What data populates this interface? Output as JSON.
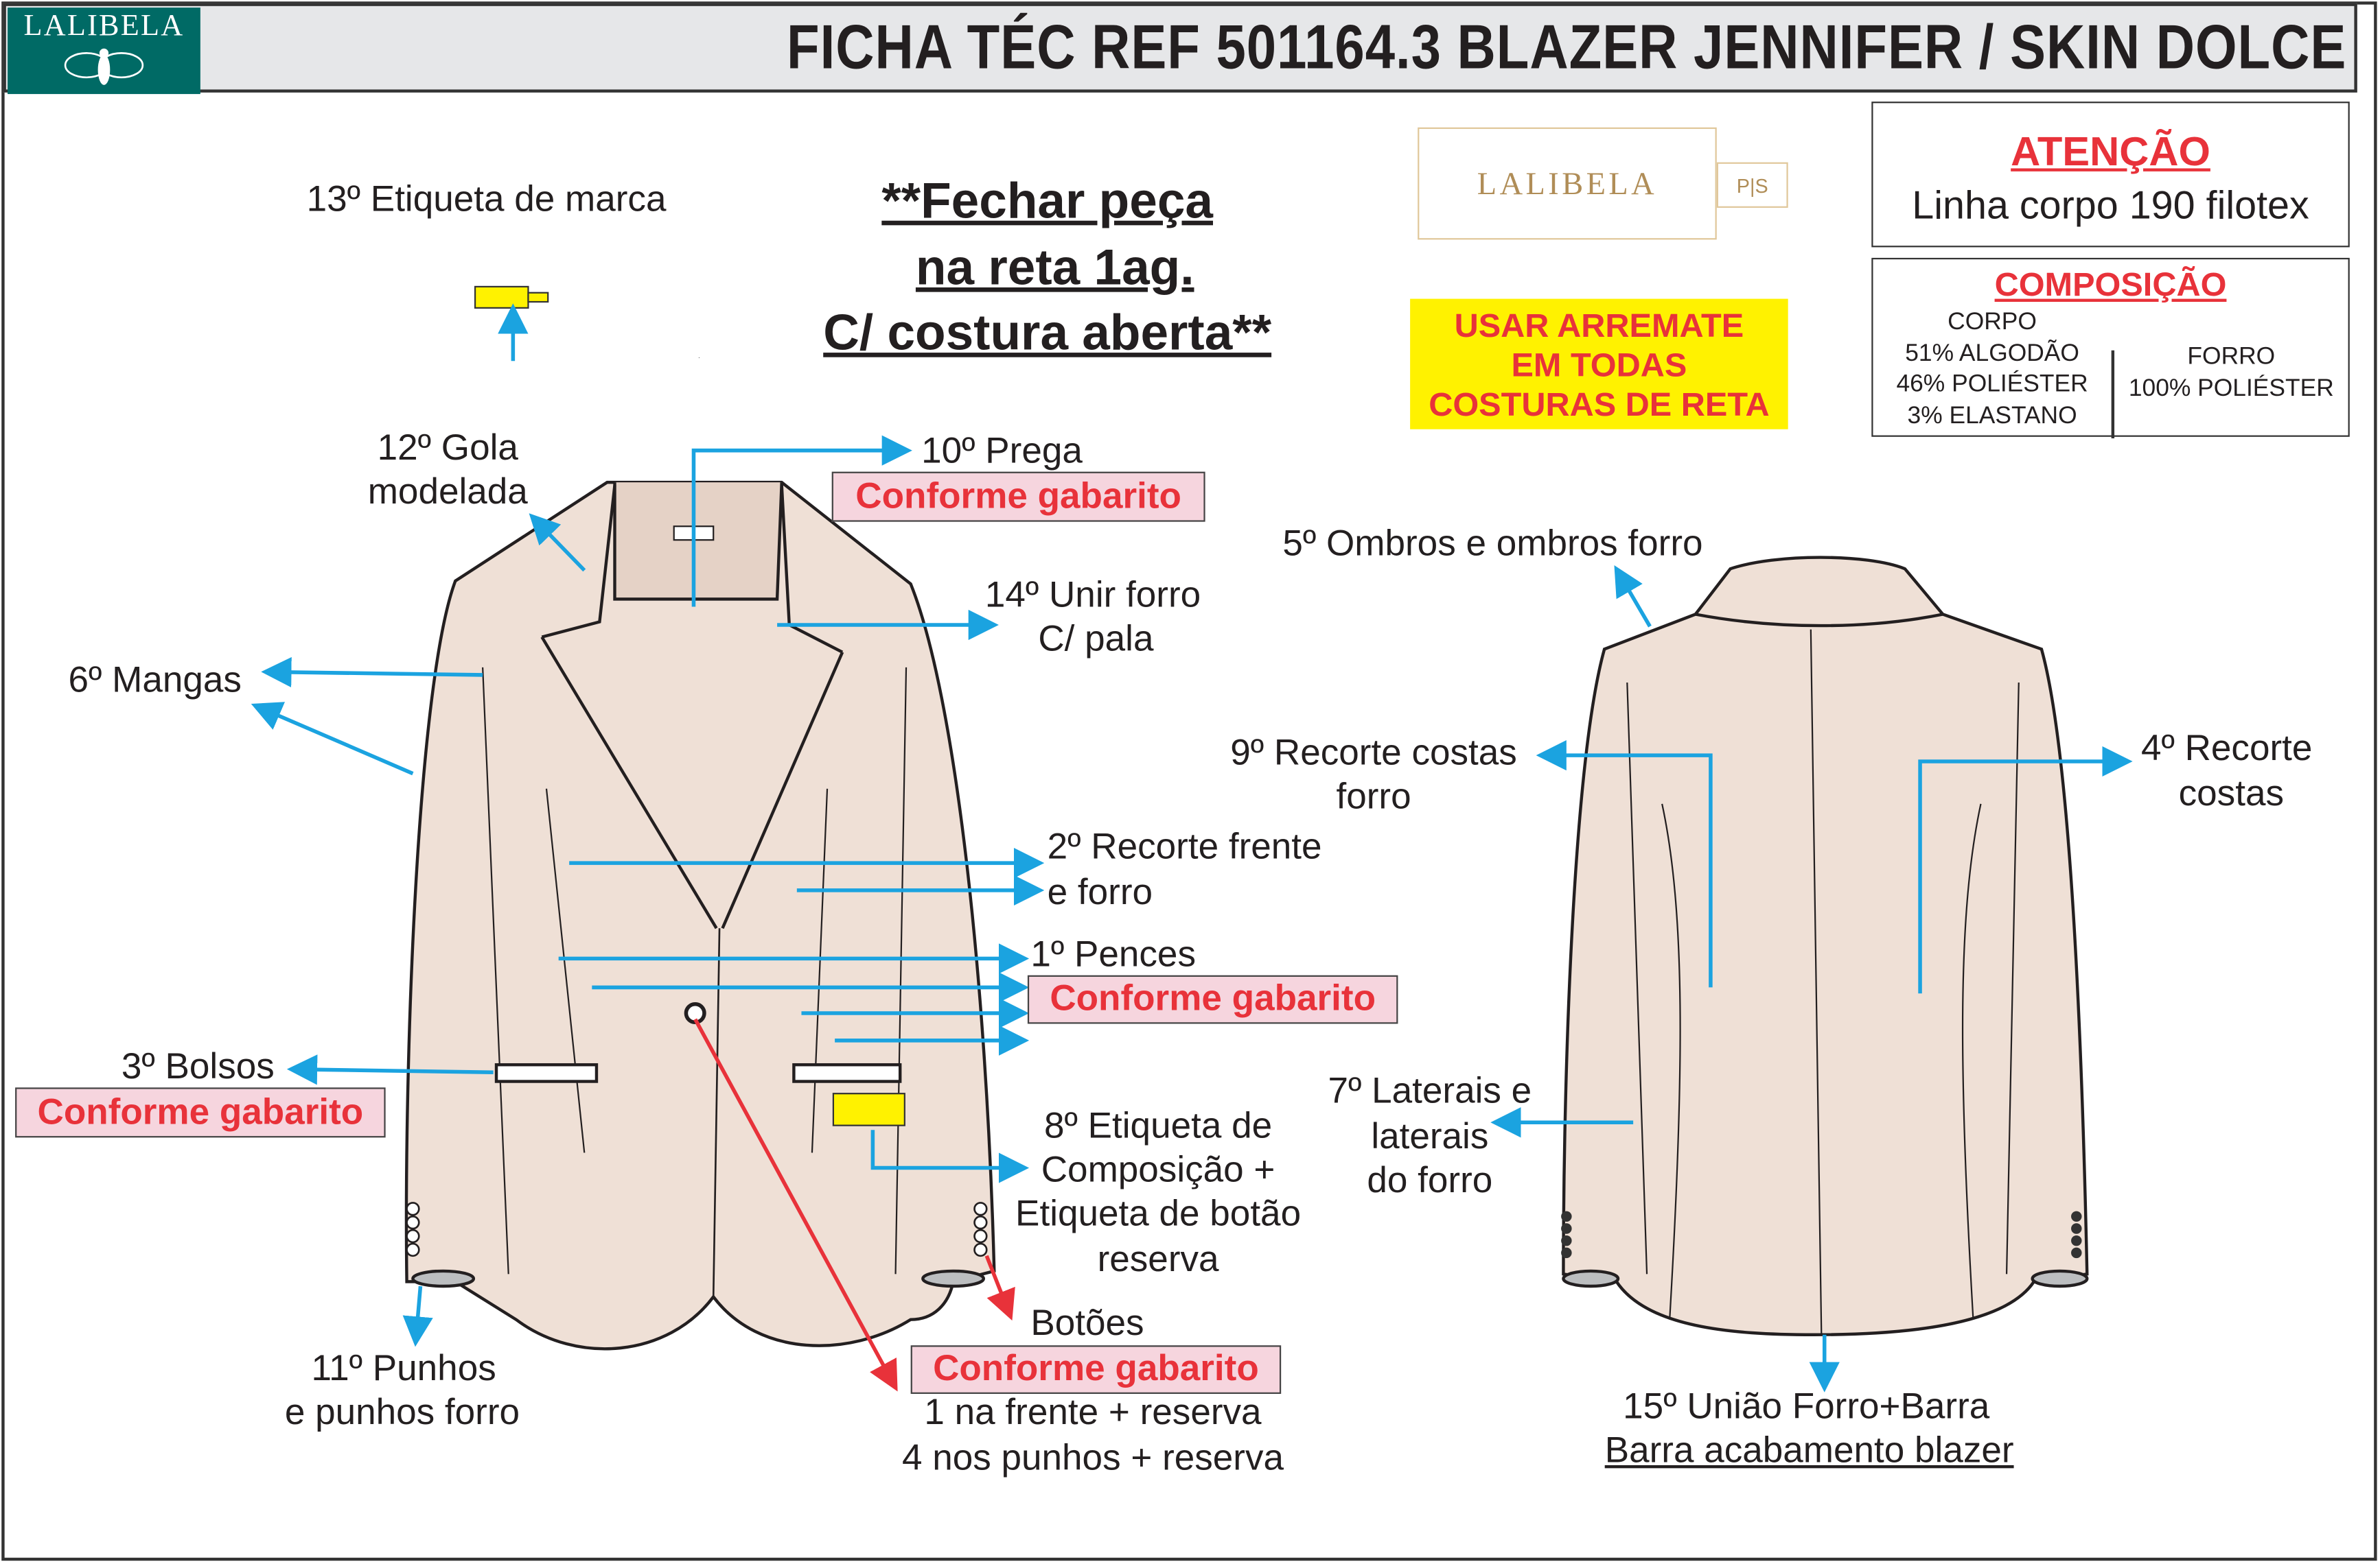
{
  "header": {
    "brand": "LALIBELA",
    "title": "FICHA TÉC REF 501164.3 BLAZER JENNIFER / SKIN DOLCE"
  },
  "notes": {
    "brand_label_step": "13º Etiqueta de marca",
    "close_instruction": [
      "**Fechar peça",
      "na reta 1ag.",
      "C/ costura aberta**"
    ],
    "label_logo": {
      "brand": "LALIBELA",
      "size": "P|S"
    },
    "finish_warning": [
      "USAR ARREMATE",
      "EM TODAS",
      "COSTURAS DE RETA"
    ]
  },
  "attention": {
    "title": "ATENÇÃO",
    "text": "Linha corpo 190 filotex"
  },
  "composition": {
    "title": "COMPOSIÇÃO",
    "body": [
      "CORPO",
      "51% ALGODÃO",
      "46% POLIÉSTER",
      "3% ELASTANO"
    ],
    "lining": [
      "FORRO",
      "100% POLIÉSTER"
    ]
  },
  "front_steps": {
    "pleat": "10º Prega",
    "collar": [
      "12º Gola",
      "modelada"
    ],
    "lining_join": [
      "14º Unir forro",
      "C/ pala"
    ],
    "sleeves": "6º Mangas",
    "front_cut": [
      "2º Recorte frente",
      "e forro"
    ],
    "darts": "1º Pences",
    "pockets": "3º Bolsos",
    "comp_label": [
      "8º Etiqueta de",
      "Composição +",
      "Etiqueta de botão",
      "reserva"
    ],
    "cuffs": [
      "11º Punhos",
      "e punhos forro"
    ],
    "buttons": "Botões",
    "buttons_detail": [
      "1 na frente + reserva",
      "4 nos punhos + reserva"
    ],
    "template_label": "Conforme gabarito"
  },
  "back_steps": {
    "shoulders": "5º Ombros e ombros forro",
    "back_lining_cut": [
      "9º Recorte costas",
      "forro"
    ],
    "back_cut": [
      "4º Recorte",
      "costas"
    ],
    "sides": [
      "7º Laterais e",
      "laterais",
      "do forro"
    ],
    "hem": [
      "15º União Forro+Barra",
      "Barra acabamento blazer"
    ]
  },
  "colors": {
    "arrow": "#1ba3e0",
    "red": "#e8323a",
    "fabric": "#efe0d6",
    "teal": "#006a65",
    "yellow": "#fff200"
  }
}
